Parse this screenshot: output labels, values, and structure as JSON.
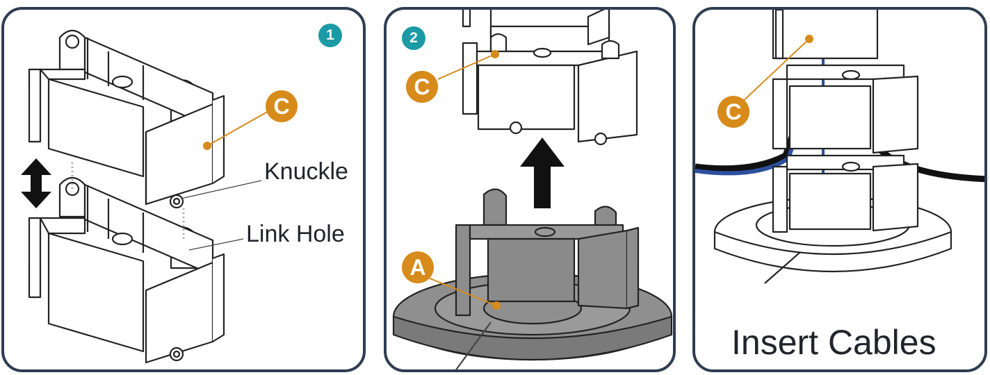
{
  "colors": {
    "frame": "#2f3d52",
    "accent": "#1b9aa6",
    "callout": "#d78b1a",
    "part_fill": "#ffffff",
    "base_fill": "#8f8f8f",
    "cable_blue": "#2c4f9e"
  },
  "panel1": {
    "step": "1",
    "callout": "C",
    "knuckle_label": "Knuckle",
    "link_hole_label": "Link Hole"
  },
  "panel2": {
    "step": "2",
    "callout_c": "C",
    "callout_a": "A"
  },
  "panel3": {
    "callout": "C",
    "caption": "Insert Cables"
  }
}
